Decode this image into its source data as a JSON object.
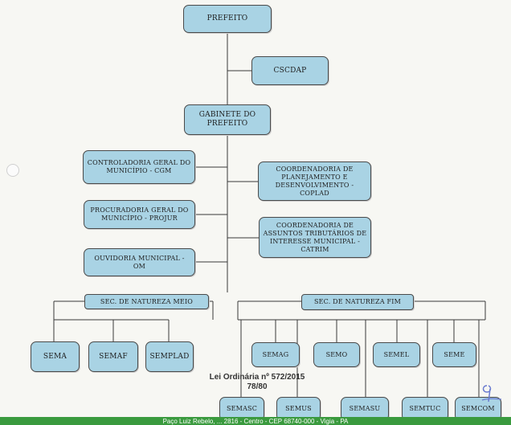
{
  "nodes": {
    "prefeito": "PREFEITO",
    "cscdap": "CSCDAP",
    "gabinete": "GABINETE DO PREFEITO",
    "cgm": "CONTROLADORIA GERAL DO MUNICÍPIO - CGM",
    "coplad": "COORDENADORIA DE PLANEJAMENTO E DESENVOLVIMENTO - COPLAD",
    "projur": "PROCURADORIA GERAL DO MUNICÍPIO - PROJUR",
    "catrim": "COORDENADORIA DE ASSUNTOS TRIBUTÁRIOS DE INTERESSE MUNICIPAL - CATRIM",
    "om": "OUVIDORIA MUNICIPAL - OM",
    "sec_meio": "SEC. DE NATUREZA MEIO",
    "sec_fim": "SEC. DE NATUREZA FIM",
    "sema": "SEMA",
    "semaf": "SEMAF",
    "semplad": "SEMPLAD",
    "semag": "SEMAG",
    "semo": "SEMO",
    "semel": "SEMEL",
    "seme": "SEME",
    "semasc": "SEMASC",
    "semus": "SEMUS",
    "semasu": "SEMASU",
    "semtuc": "SEMTUC",
    "semcom": "SEMCOM"
  },
  "caption": {
    "law": "Lei Ordinária nº 572/2015",
    "page": "78/80"
  },
  "footer_text": "Paço Luiz Rebelo, ... 2816 - Centro - CEP 68740-000 - Vigia - PA",
  "colors": {
    "box_fill": "#a9d3e4",
    "line": "#3a3a3a",
    "footer": "#3a9a3e",
    "signature": "#6a7bd0"
  }
}
